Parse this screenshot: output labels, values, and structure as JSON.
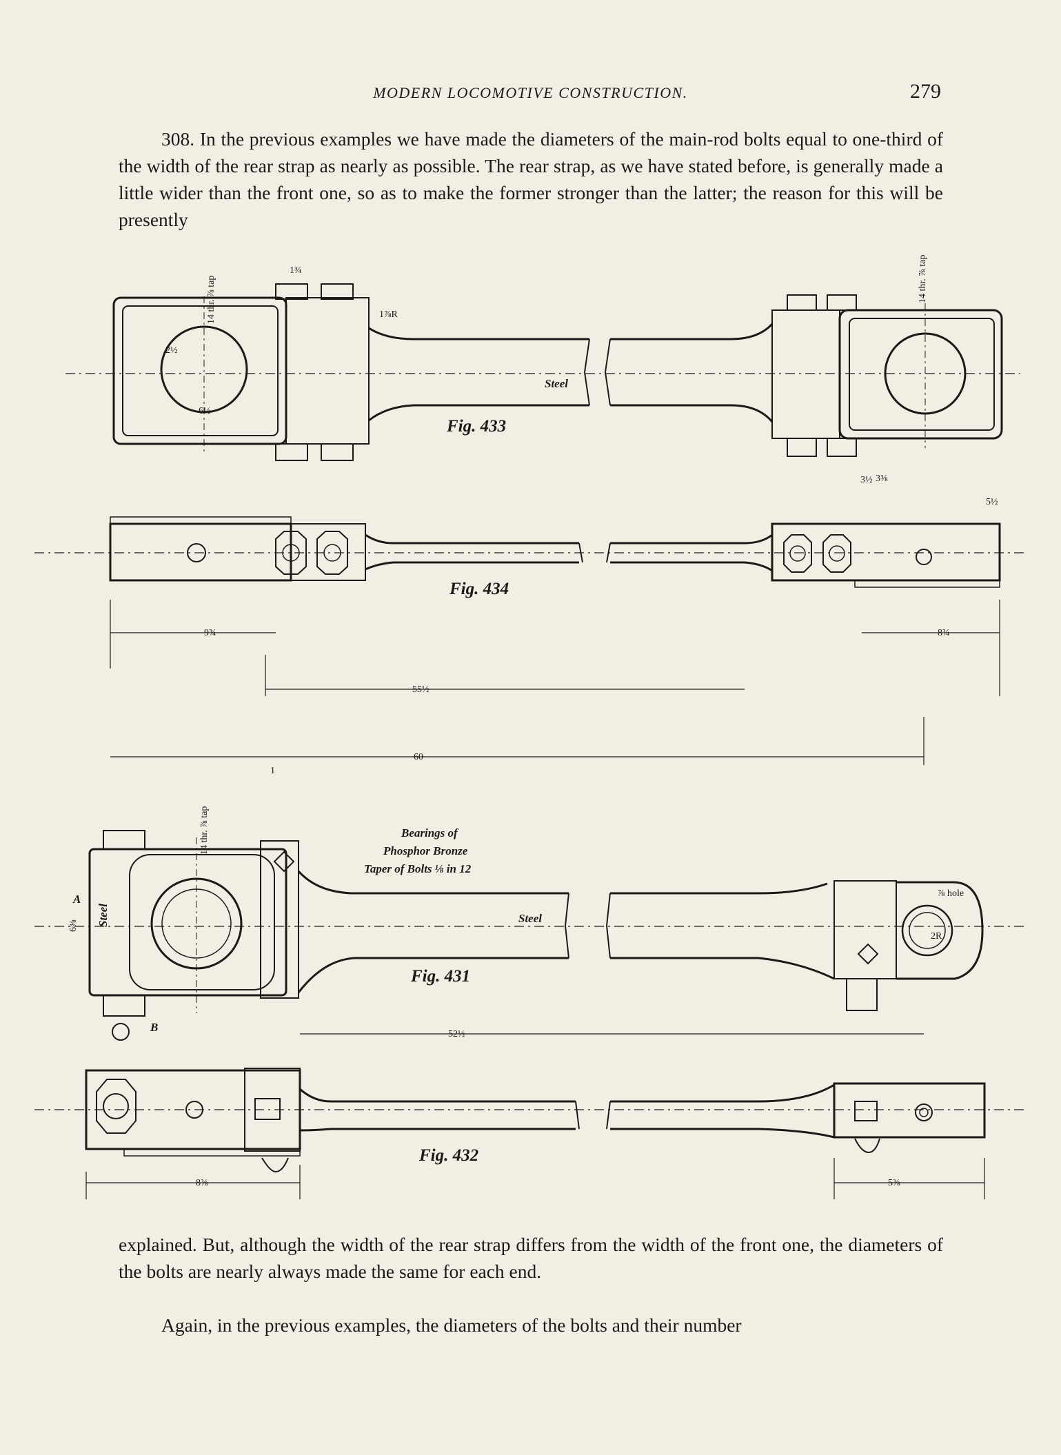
{
  "header": {
    "running_title": "MODERN LOCOMOTIVE CONSTRUCTION.",
    "page_number": "279"
  },
  "paragraphs": {
    "p1": "308. In the previous examples we have made the diameters of the main-rod bolts equal to one-third of the width of the rear strap as nearly as possible. The rear strap, as we have stated before, is generally made a little wider than the front one, so as to make the former stronger than the latter; the reason for this will be presently",
    "p2": "explained. But, although the width of the rear strap differs from the width of the front one, the diameters of the bolts are nearly always made the same for each end.",
    "p3": "Again, in the previous examples, the diameters of the bolts and their number"
  },
  "figures": {
    "fig433": {
      "label": "Fig. 433",
      "material": "Steel"
    },
    "fig434": {
      "label": "Fig. 434"
    },
    "fig431": {
      "label": "Fig. 431",
      "material": "Steel",
      "strap_material": "Steel",
      "note_line1": "Bearings of",
      "note_line2": "Phosphor Bronze",
      "note_line3": "Taper of Bolts ⅛ in 12",
      "mark_a": "A",
      "mark_b": "B"
    },
    "fig432": {
      "label": "Fig. 432"
    }
  },
  "dimensions": {
    "top_left_tap": "14 thr. ⅞ tap",
    "top_right_tap": "14 thr. ⅞ tap",
    "bolt_spacing": "1¾",
    "radius_d": "2½",
    "eye_width": "6½",
    "strap_r1": "1⅞R",
    "strap_r2": "3½",
    "len_933": "9¾",
    "len_833": "8¾",
    "len_551": "55½",
    "len_60": "60",
    "len_521": "52½",
    "len_838": "8⅜",
    "len_538": "5⅜",
    "len_512": "5½",
    "len_338": "3⅜",
    "width_6": "6⅜",
    "tap_lower": "14 thr. ⅞ tap",
    "hole": "⅞ hole",
    "rr": "2R",
    "one": "1"
  }
}
